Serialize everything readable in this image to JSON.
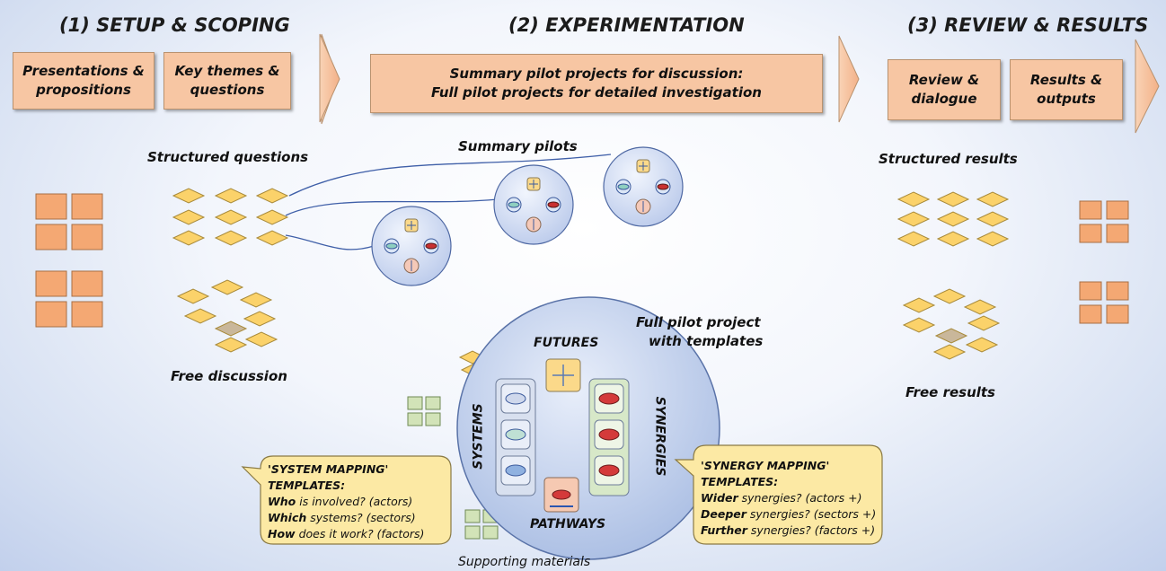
{
  "phases": {
    "setup": "(1) SETUP & SCOPING",
    "experimentation": "(2) EXPERIMENTATION",
    "review": "(3) REVIEW & RESULTS"
  },
  "boxes": {
    "presentations": [
      "Presentations &",
      "propositions"
    ],
    "themes": [
      "Key themes &",
      "questions"
    ],
    "summary": [
      "Summary pilot projects for discussion:",
      "Full pilot projects for detailed investigation"
    ],
    "review": [
      "Review &",
      "dialogue"
    ],
    "results": [
      "Results &",
      "outputs"
    ]
  },
  "labels": {
    "structured_questions": "Structured questions",
    "summary_pilots": "Summary pilots",
    "free_discussion": "Free discussion",
    "full_pilot": [
      "Full pilot project",
      "with templates"
    ],
    "structured_results": "Structured results",
    "free_results": "Free results",
    "supporting_materials": "Supporting materials"
  },
  "circle": {
    "futures": "FUTURES",
    "systems": "SYSTEMS",
    "synergies": "SYNERGIES",
    "pathways": "PATHWAYS"
  },
  "system_callout": {
    "heading": [
      "'SYSTEM MAPPING'",
      "TEMPLATES:"
    ],
    "lines": [
      {
        "bold": "Who",
        "rest": " is involved? (actors)"
      },
      {
        "bold": "Which",
        "rest": " systems? (sectors)"
      },
      {
        "bold": "How",
        "rest": " does it work? (factors)"
      }
    ]
  },
  "synergy_callout": {
    "heading": [
      "'SYNERGY MAPPING'",
      "TEMPLATES:"
    ],
    "lines": [
      {
        "bold": "Wider",
        "rest": " synergies? (actors +)"
      },
      {
        "bold": "Deeper",
        "rest": " synergies? (sectors +)"
      },
      {
        "bold": "Further",
        "rest": " synergies? (factors +)"
      }
    ]
  },
  "colors": {
    "box_fill": "#f7c6a3",
    "square_fill": "#f4a873",
    "diamond_fill": "#fbd26a",
    "callout_fill": "#fce9a4",
    "circle_fill": "#c5d3ee",
    "green_square": "#d2e3b8"
  }
}
